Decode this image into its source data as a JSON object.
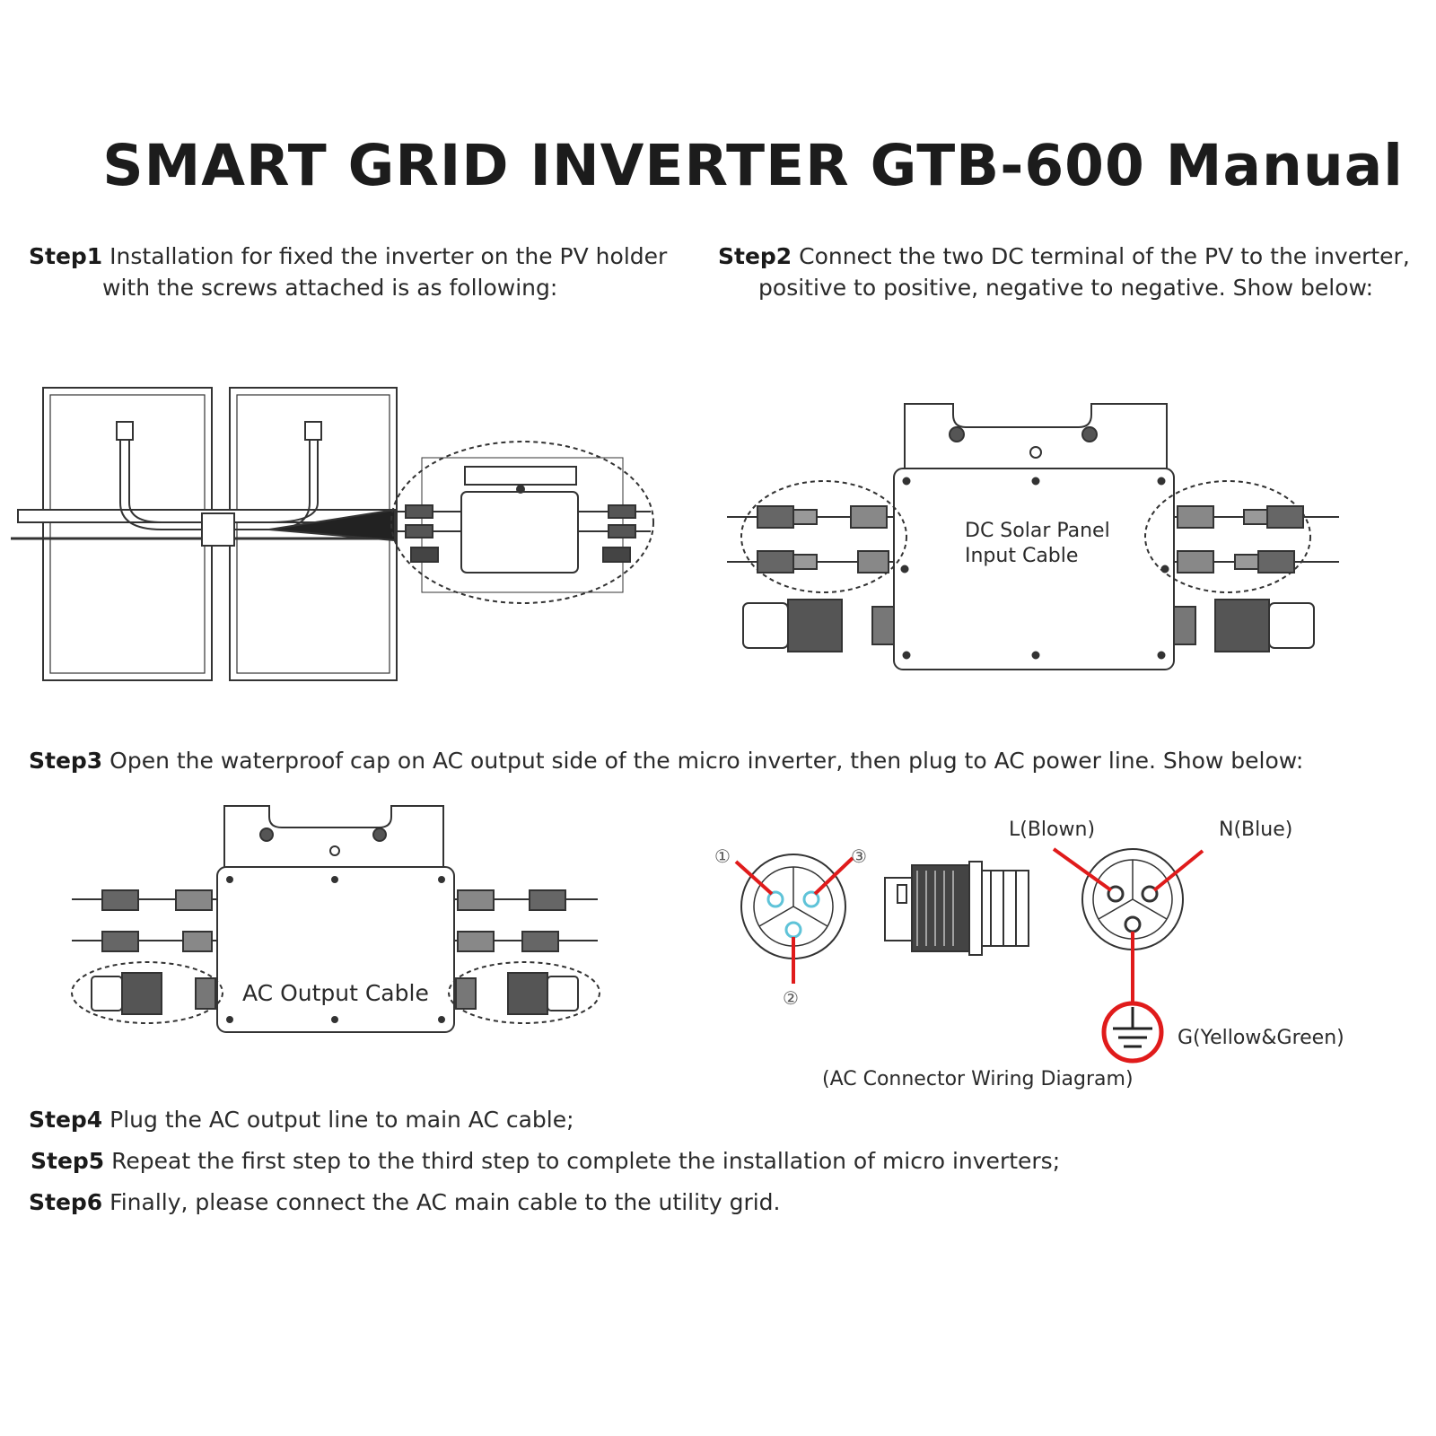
{
  "title": "SMART GRID INVERTER GTB-600 Manual",
  "steps": {
    "step1": {
      "label": "Step1",
      "line1": "Installation for fixed the inverter on the PV holder",
      "line2": "with the screws attached is as following:"
    },
    "step2": {
      "label": "Step2",
      "line1": "Connect the two DC terminal of the PV to the inverter,",
      "line2": "positive to positive, negative to negative. Show below:"
    },
    "step3": {
      "label": "Step3",
      "text": "Open the waterproof cap on AC output side of the micro inverter, then plug to AC power line. Show below:"
    },
    "step4": {
      "label": "Step4",
      "text": "Plug the AC output line to main AC cable;"
    },
    "step5": {
      "label": "Step5",
      "text": "Repeat the first step to the third step to complete the installation of micro inverters;"
    },
    "step6": {
      "label": "Step6",
      "text": "Finally, please connect the AC main cable to the utility grid."
    }
  },
  "diagram2": {
    "label_line1": "DC Solar Panel",
    "label_line2": "Input Cable"
  },
  "diagram3": {
    "label": "AC Output Cable"
  },
  "wiring": {
    "pin1": "①",
    "pin2": "②",
    "pin3": "③",
    "live": "L(Blown)",
    "neutral": "N(Blue)",
    "ground": "G(Yellow&Green)",
    "caption": "(AC Connector Wiring Diagram)"
  },
  "colors": {
    "ink": "#1a1a1a",
    "accent_red": "#e01b1b",
    "pin_blue": "#5fc3d8"
  }
}
